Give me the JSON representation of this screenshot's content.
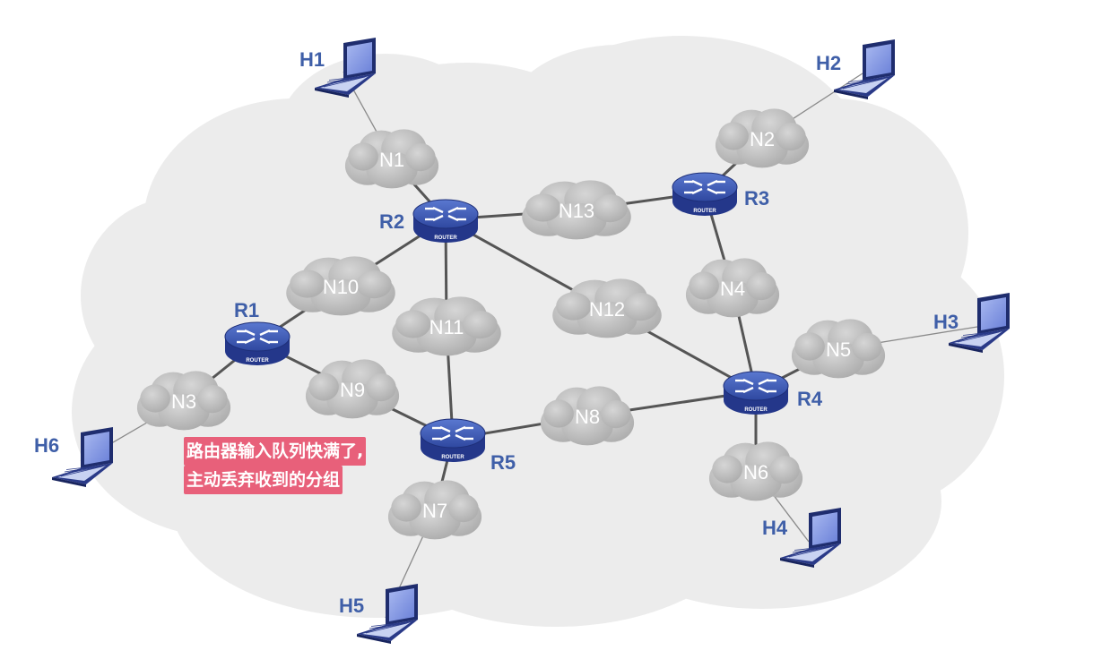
{
  "hosts": [
    {
      "id": "H1",
      "label": "H1"
    },
    {
      "id": "H2",
      "label": "H2"
    },
    {
      "id": "H3",
      "label": "H3"
    },
    {
      "id": "H4",
      "label": "H4"
    },
    {
      "id": "H5",
      "label": "H5"
    },
    {
      "id": "H6",
      "label": "H6"
    }
  ],
  "routers": [
    {
      "id": "R1",
      "label": "R1",
      "badge": "ROUTER"
    },
    {
      "id": "R2",
      "label": "R2",
      "badge": "ROUTER"
    },
    {
      "id": "R3",
      "label": "R3",
      "badge": "ROUTER"
    },
    {
      "id": "R4",
      "label": "R4",
      "badge": "ROUTER"
    },
    {
      "id": "R5",
      "label": "R5",
      "badge": "ROUTER"
    }
  ],
  "networks": [
    {
      "id": "N1",
      "label": "N1"
    },
    {
      "id": "N2",
      "label": "N2"
    },
    {
      "id": "N3",
      "label": "N3"
    },
    {
      "id": "N4",
      "label": "N4"
    },
    {
      "id": "N5",
      "label": "N5"
    },
    {
      "id": "N6",
      "label": "N6"
    },
    {
      "id": "N7",
      "label": "N7"
    },
    {
      "id": "N8",
      "label": "N8"
    },
    {
      "id": "N9",
      "label": "N9"
    },
    {
      "id": "N10",
      "label": "N10"
    },
    {
      "id": "N11",
      "label": "N11"
    },
    {
      "id": "N12",
      "label": "N12"
    },
    {
      "id": "N13",
      "label": "N13"
    }
  ],
  "links": [
    [
      "H1",
      "N1"
    ],
    [
      "N1",
      "R2"
    ],
    [
      "H2",
      "N2"
    ],
    [
      "N2",
      "R3"
    ],
    [
      "R2",
      "N13"
    ],
    [
      "N13",
      "R3"
    ],
    [
      "R3",
      "N4"
    ],
    [
      "N4",
      "R4"
    ],
    [
      "R2",
      "N10"
    ],
    [
      "N10",
      "R1"
    ],
    [
      "R2",
      "N11"
    ],
    [
      "N11",
      "R5"
    ],
    [
      "R2",
      "N12"
    ],
    [
      "N12",
      "R4"
    ],
    [
      "R1",
      "N3"
    ],
    [
      "N3",
      "H6"
    ],
    [
      "R1",
      "N9"
    ],
    [
      "N9",
      "R5"
    ],
    [
      "R5",
      "N8"
    ],
    [
      "N8",
      "R4"
    ],
    [
      "R5",
      "N7"
    ],
    [
      "N7",
      "H5"
    ],
    [
      "R4",
      "N5"
    ],
    [
      "N5",
      "H3"
    ],
    [
      "R4",
      "N6"
    ],
    [
      "N6",
      "H4"
    ]
  ],
  "annotation": {
    "line1": "路由器输入队列快满了,",
    "line2": "主动丢弃收到的分组"
  },
  "colors": {
    "label_blue": "#3f5fa8",
    "router_blue": "#3a56b0",
    "cloud_gray": "#bdbdbd",
    "background_cloud": "#ececec",
    "annotation_bg": "#e8607a"
  }
}
